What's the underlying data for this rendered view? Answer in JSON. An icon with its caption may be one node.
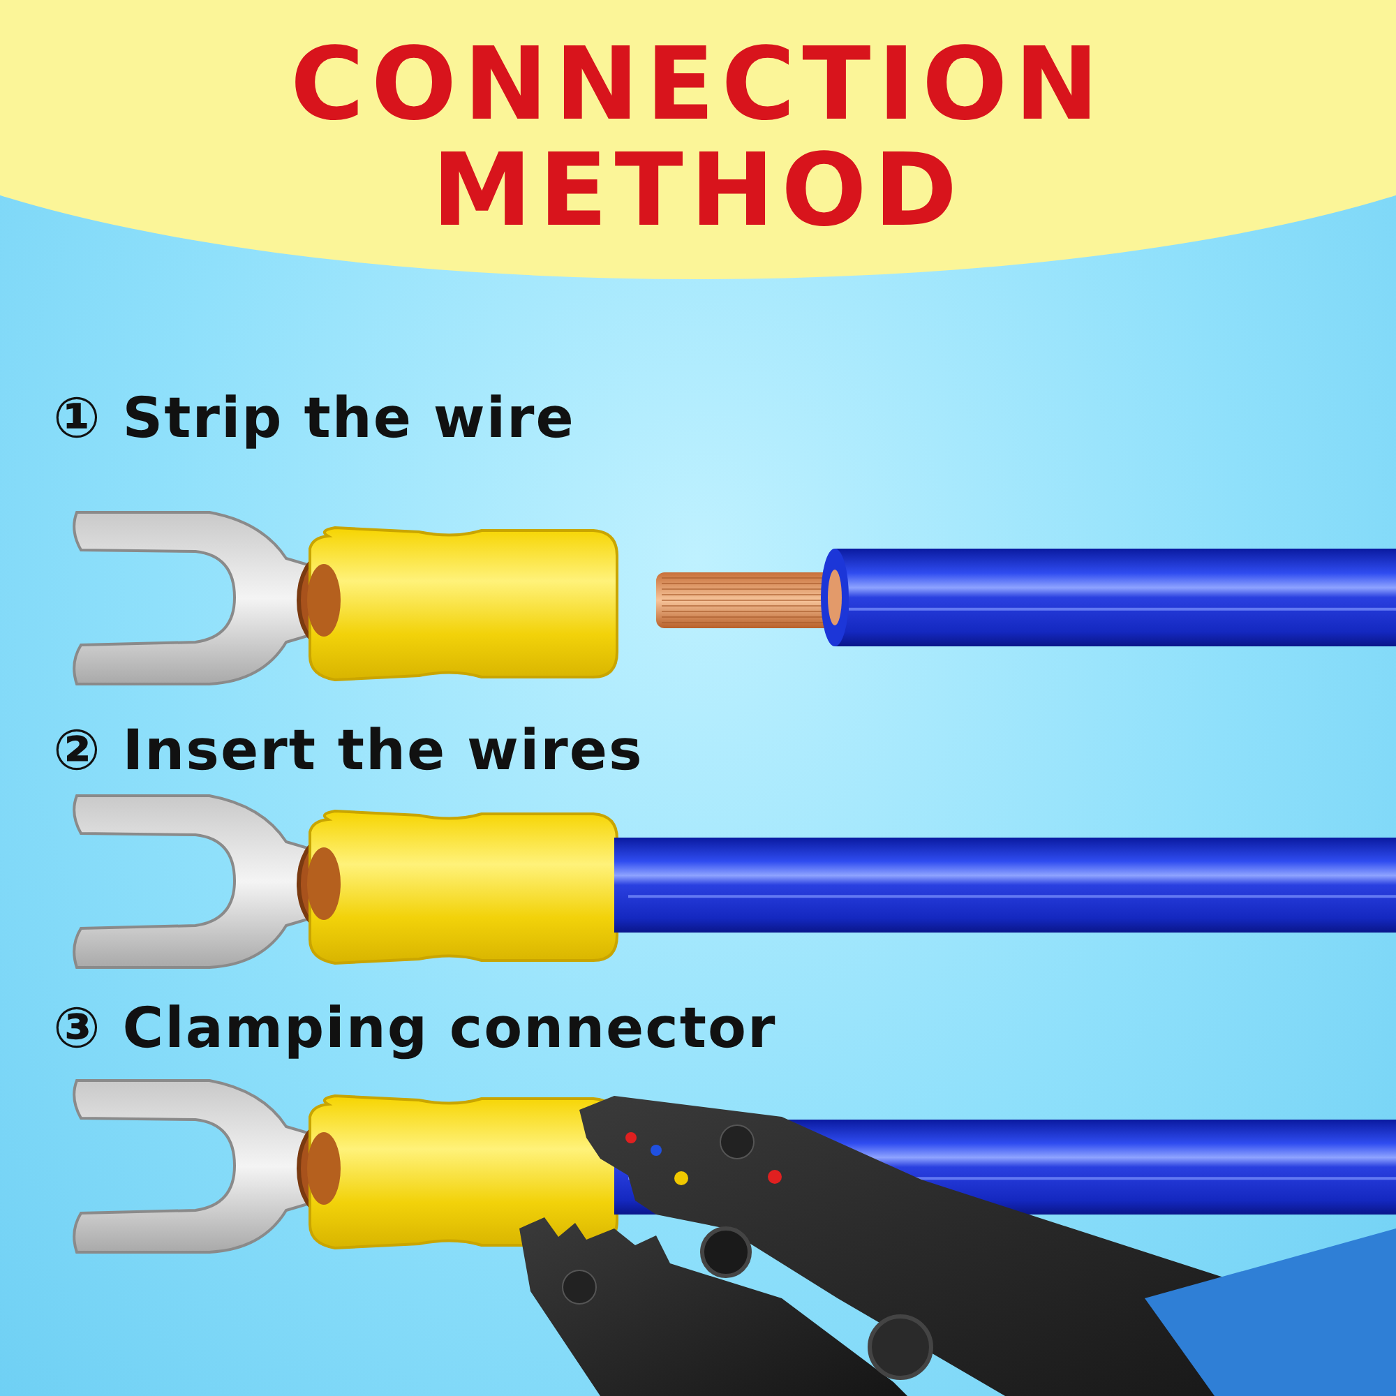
{
  "diagram": {
    "title": "CONNECTION METHOD",
    "labels": [
      "① Strip the wire",
      "② Insert the wires",
      "③ Clamping connector"
    ]
  }
}
